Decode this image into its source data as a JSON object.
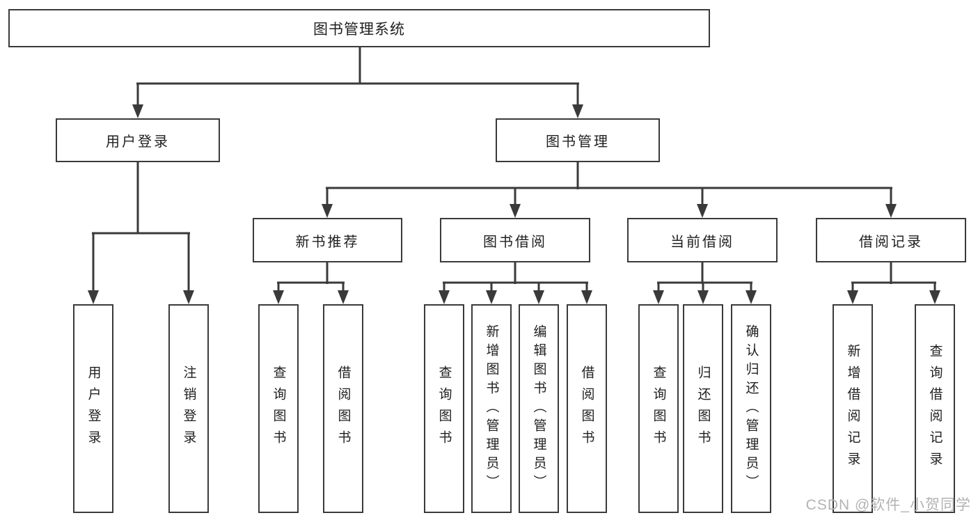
{
  "diagram": {
    "type": "hierarchy-tree",
    "root": {
      "label": "图书管理系统",
      "children": [
        {
          "label": "用户登录",
          "children": [
            {
              "label": "用户登录"
            },
            {
              "label": "注销登录"
            }
          ]
        },
        {
          "label": "图书管理",
          "children": [
            {
              "label": "新书推荐",
              "children": [
                {
                  "label": "查询图书"
                },
                {
                  "label": "借阅图书"
                }
              ]
            },
            {
              "label": "图书借阅",
              "children": [
                {
                  "label": "查询图书"
                },
                {
                  "label": "新增图书（管理员）"
                },
                {
                  "label": "编辑图书（管理员）"
                },
                {
                  "label": "借阅图书"
                }
              ]
            },
            {
              "label": "当前借阅",
              "children": [
                {
                  "label": "查询图书"
                },
                {
                  "label": "归还图书"
                },
                {
                  "label": "确认归还（管理员）"
                }
              ]
            },
            {
              "label": "借阅记录",
              "children": [
                {
                  "label": "新增借阅记录"
                },
                {
                  "label": "查询借阅记录"
                }
              ]
            }
          ]
        }
      ]
    }
  },
  "watermark": {
    "text": "CSDN @软件_小贺同学"
  },
  "colors": {
    "line": "#3a3a3a",
    "box_border": "#3a3a3a",
    "box_fill": "#ffffff",
    "text": "#1f1f1f",
    "watermark": "#b3b3b3",
    "background": "#ffffff"
  }
}
